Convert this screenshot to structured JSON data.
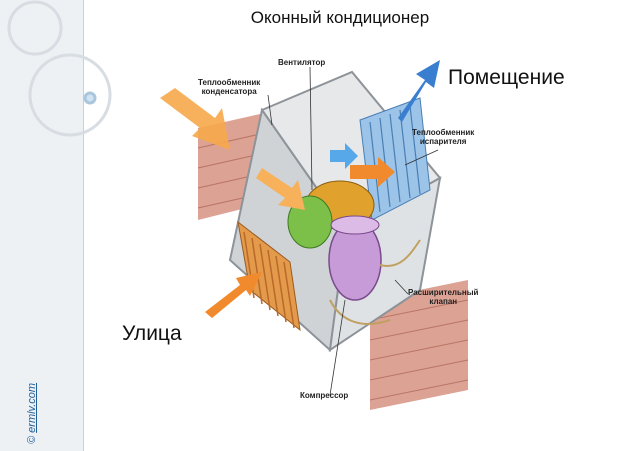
{
  "slide": {
    "title": "Оконный кондиционер",
    "label_room": "Помещение",
    "label_street": "Улица",
    "credit_prefix": "©",
    "credit_site": "ermlv.com"
  },
  "diagram_labels": {
    "fan": "Вентилятор",
    "condenser_line1": "Теплообменник",
    "condenser_line2": "конденсатора",
    "evaporator_line1": "Теплообменник",
    "evaporator_line2": "испарителя",
    "valve_line1": "Расширительный",
    "valve_line2": "клапан",
    "compressor": "Компрессор"
  },
  "colors": {
    "accent_blue": "#2f7fd0",
    "hot_orange": "#f08a2c",
    "brick": "#d98a7a",
    "compressor_purple": "#c79ad8",
    "fan_green": "#7cc04a"
  }
}
